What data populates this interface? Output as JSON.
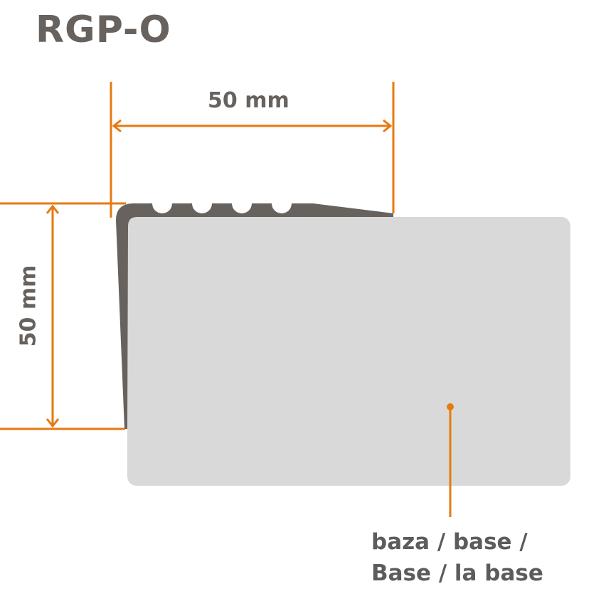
{
  "title": "RGP-O",
  "dimensions": {
    "width_label": "50 mm",
    "height_label": "50 mm"
  },
  "callout": {
    "line1": "baza / base /",
    "line2": "Base / la base"
  },
  "colors": {
    "accent_orange": "#e67a10",
    "profile_dark": "#67625e",
    "base_gray": "#d9d9d9",
    "text_gray": "#5c5c5c"
  }
}
